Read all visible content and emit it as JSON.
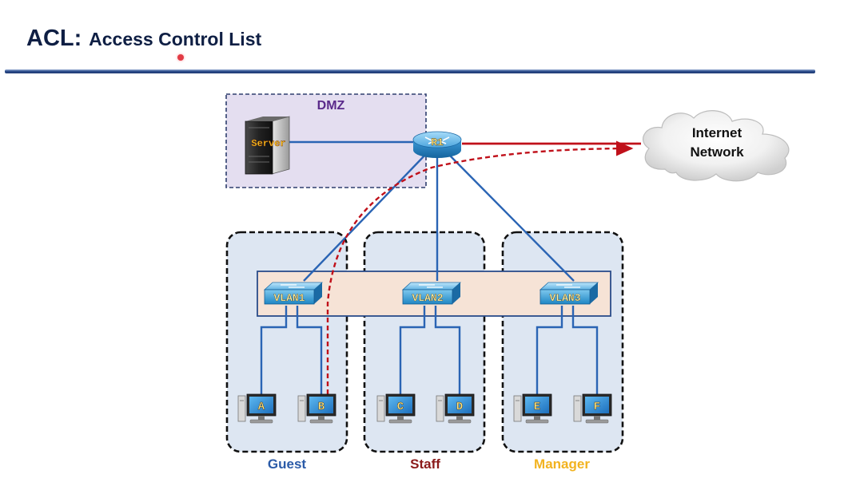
{
  "title": {
    "prefix": "ACL:",
    "text": "Access Control List"
  },
  "zones": {
    "dmz": "DMZ",
    "guest": "Guest",
    "staff": "Staff",
    "manager": "Manager"
  },
  "devices": {
    "server": "Server",
    "router": "R1",
    "cloud": [
      "Internet",
      "Network"
    ],
    "switches": [
      "VLAN1",
      "VLAN2",
      "VLAN3"
    ],
    "pcs": [
      "A",
      "B",
      "C",
      "D",
      "E",
      "F"
    ]
  },
  "colors": {
    "guest_label": "#2b5ba8",
    "staff_label": "#8b1a1a",
    "manager_label": "#f2b320",
    "dmz_label": "#5a2a8a",
    "link_blue": "#2a64b4",
    "traffic_red": "#c0101a"
  }
}
